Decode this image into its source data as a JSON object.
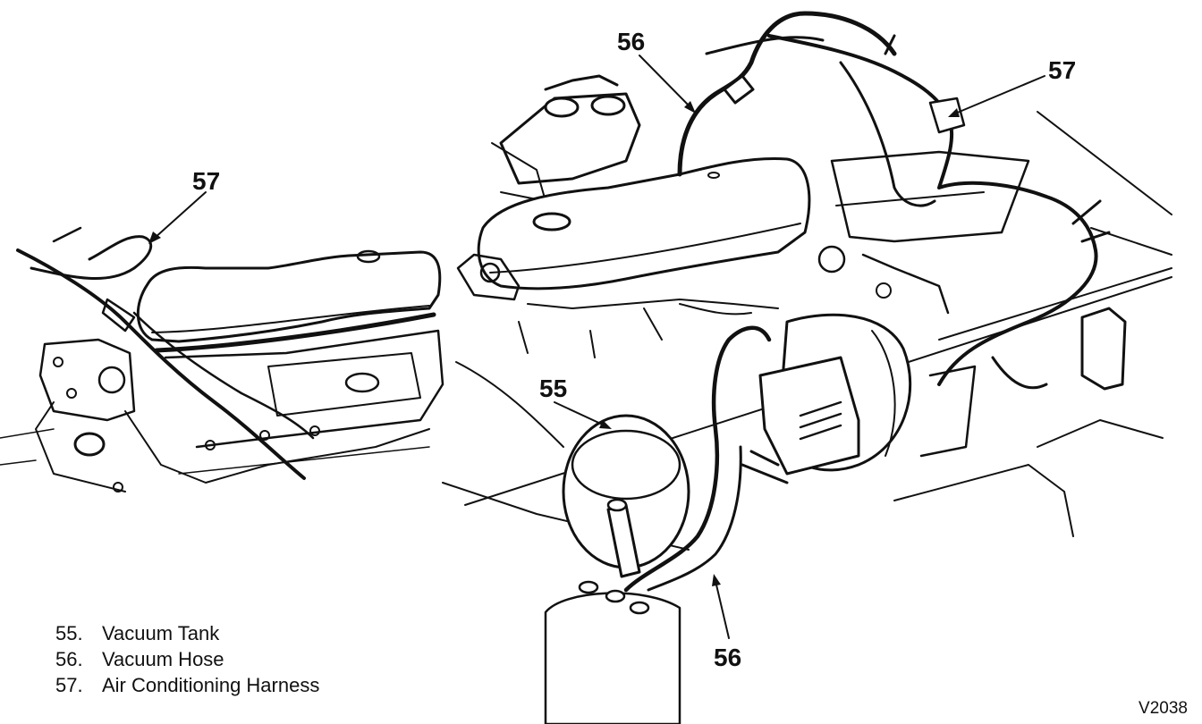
{
  "callouts": {
    "left_57": "57",
    "top_56": "56",
    "top_57": "57",
    "mid_55": "55",
    "bottom_56": "56"
  },
  "legend": [
    {
      "number": "55.",
      "label": "Vacuum Tank"
    },
    {
      "number": "56.",
      "label": "Vacuum Hose"
    },
    {
      "number": "57.",
      "label": "Air Conditioning Harness"
    }
  ],
  "figure_code": "V2038",
  "colors": {
    "ink": "#111111",
    "paper": "#ffffff"
  }
}
